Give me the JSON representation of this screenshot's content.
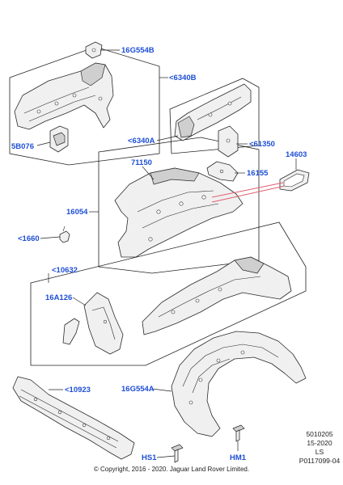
{
  "callouts": {
    "c_16g554b": "16G554B",
    "c_6340b": "<6340B",
    "c_5b076": "5B076",
    "c_6340a": "<6340A",
    "c_61350": "<61350",
    "c_71150": "71150",
    "c_16155": "16155",
    "c_14603": "14603",
    "c_16054": "16054",
    "c_1660": "<1660",
    "c_10632": "<10632",
    "c_16a126": "16A126",
    "c_10923": "<10923",
    "c_16g554a": "16G554A",
    "c_hs1": "HS1",
    "c_hm1": "HM1"
  },
  "footer": {
    "ref_line1": "5010205",
    "ref_line2": "15-2020",
    "ref_line3": "LS",
    "ref_line4": "P0117099-04",
    "copyright": "© Copyright, 2016 - 2020. Jaguar Land Rover Limited."
  },
  "colors": {
    "callout": "#1e4fd6",
    "highlight_line": "#e06070",
    "line": "#222222"
  }
}
